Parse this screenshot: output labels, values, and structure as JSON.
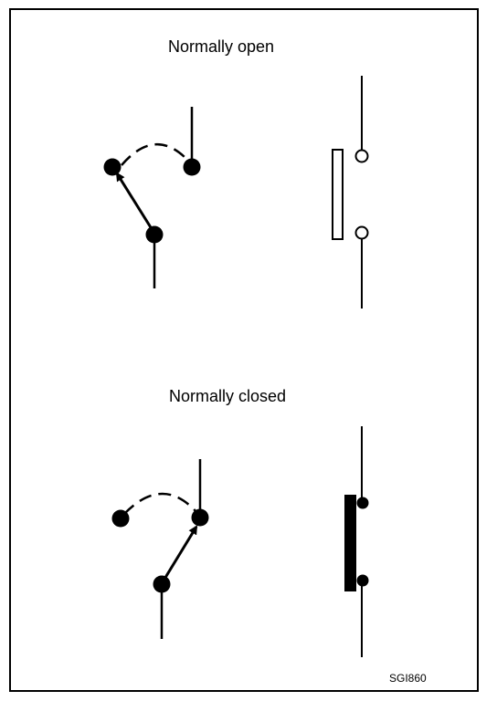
{
  "sections": {
    "normally_open": {
      "label": "Normally open"
    },
    "normally_closed": {
      "label": "Normally closed"
    }
  },
  "figure_code": "SGI860",
  "colors": {
    "ink": "#000000",
    "paper": "#ffffff"
  }
}
